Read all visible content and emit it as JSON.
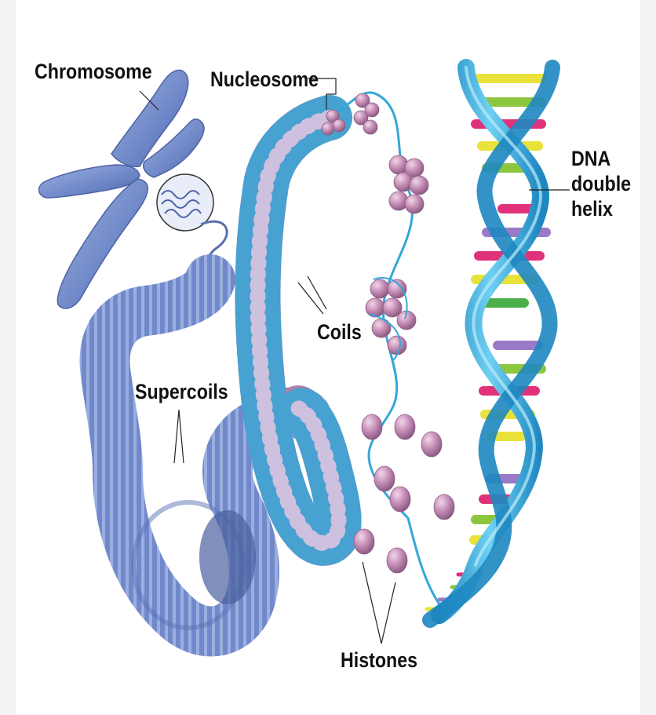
{
  "diagram": {
    "labels": {
      "chromosome": "Chromosome",
      "nucleosome": "Nucleosome",
      "dna_line1": "DNA",
      "dna_line2": "double",
      "dna_line3": "helix",
      "coils": "Coils",
      "supercoils": "Supercoils",
      "histones": "Histones"
    },
    "colors": {
      "chromosome": "#6d86c6",
      "supercoil": "#6f87c8",
      "coil_bead": "#b07fa8",
      "histone": "#c48cb4",
      "dna_strand": "#35a7d8",
      "base_pair_colors": [
        "#e8e23a",
        "#e0327a",
        "#9a7ac8",
        "#8cc63f",
        "#4cb04a"
      ]
    }
  }
}
